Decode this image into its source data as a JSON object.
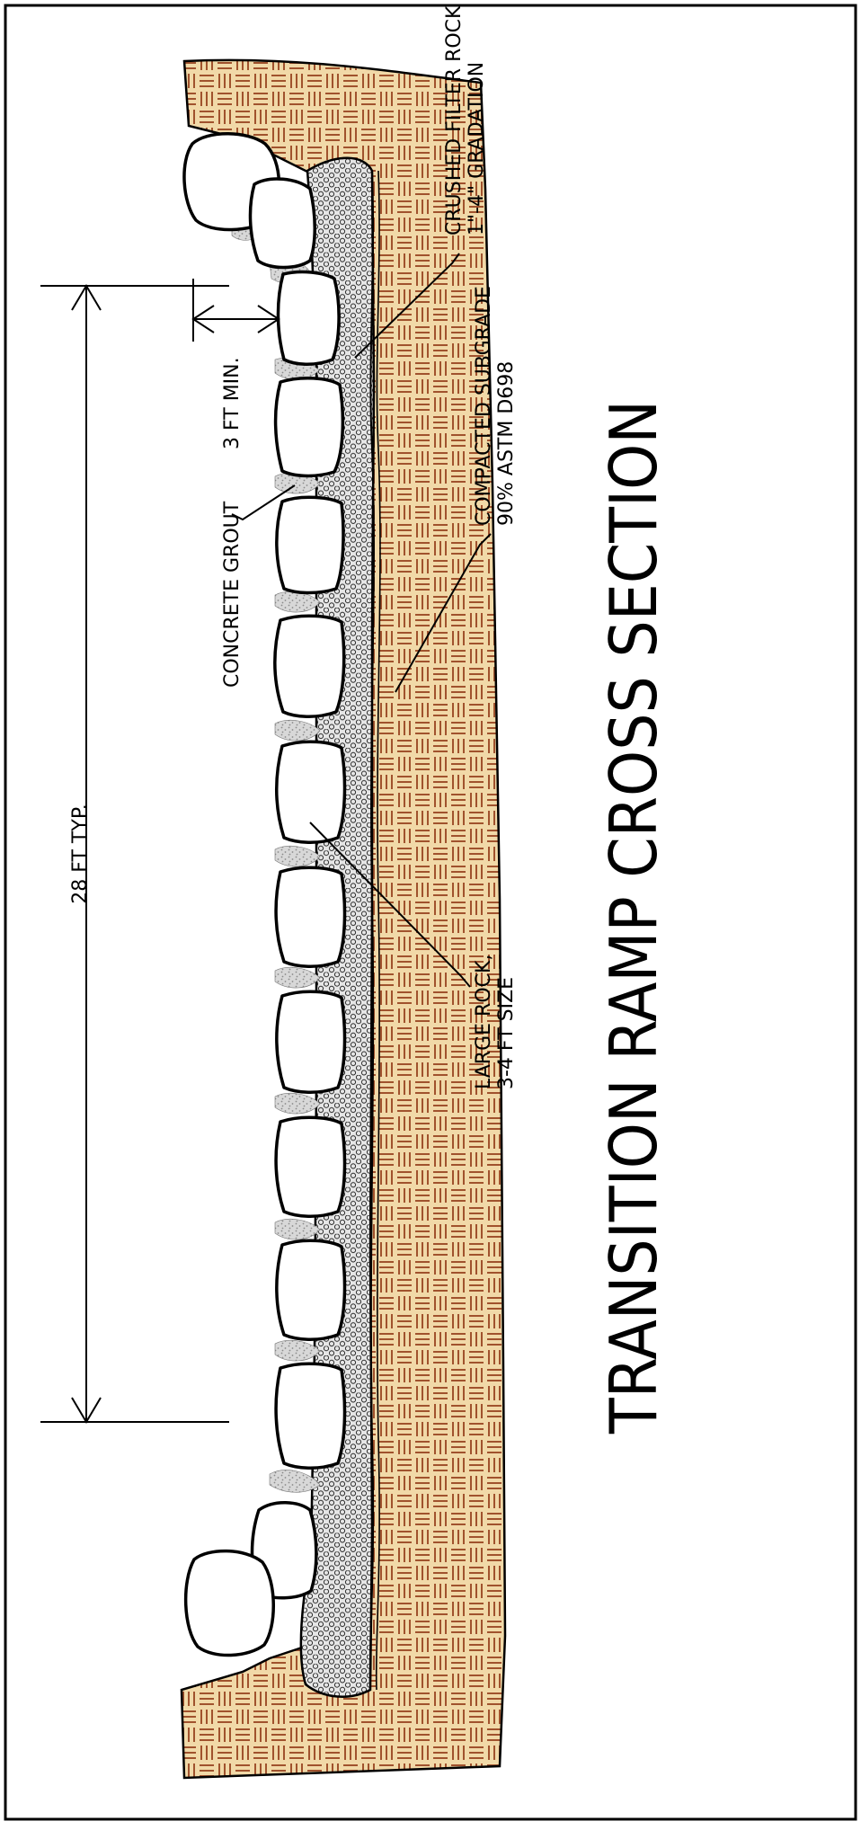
{
  "title": "TRANSITION RAMP CROSS SECTION",
  "labels": {
    "filter_rock_line1": "CRUSHED FILTER ROCK",
    "filter_rock_line2": "1\"-4\" GRADATION",
    "subgrade_line1": "COMPACTED SUBGRADE",
    "subgrade_line2": "90% ASTM D698",
    "grout": "CONCRETE GROUT",
    "large_rock_line1": "LARGE ROCK,",
    "large_rock_line2": "3-4 FT SIZE"
  },
  "dimensions": {
    "typical_width": "28 FT TYP.",
    "min_depth": "3 FT MIN."
  },
  "colors": {
    "subgrade_fill": "#f1d9a8",
    "subgrade_hatch": "#a0522d",
    "filter_fill": "#e6e6e6",
    "grout_fill": "#d3d3d3",
    "line": "#000000"
  }
}
